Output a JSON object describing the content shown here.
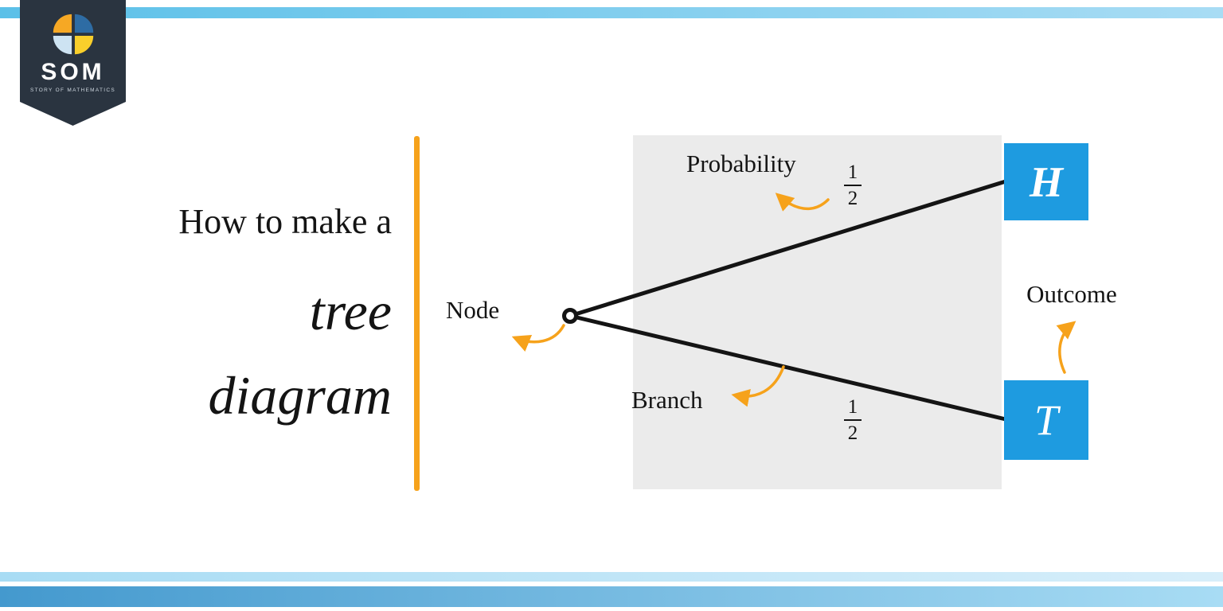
{
  "branding": {
    "logo_acronym": "SOM",
    "logo_subtitle": "STORY OF MATHEMATICS",
    "logo_icon": "pinwheel-icon"
  },
  "title": {
    "line1": "How to make a",
    "line2": "tree",
    "line3": "diagram"
  },
  "diagram": {
    "labels": {
      "node": "Node",
      "probability": "Probability",
      "branch": "Branch",
      "outcome": "Outcome"
    },
    "fractions": {
      "top": {
        "numerator": "1",
        "denominator": "2"
      },
      "bottom": {
        "numerator": "1",
        "denominator": "2"
      }
    },
    "outcomes": {
      "top": "H",
      "bottom": "T"
    }
  },
  "colors": {
    "accent-orange": "#F6A21B",
    "box-blue": "#1E9BE0",
    "panel-gray": "#EBEBEB",
    "logo-navy": "#2A3440",
    "line-black": "#141414",
    "stripe-blue": "#5BC0E8",
    "stripe-light": "#A8DCF4",
    "stripe-steel": "#4499CE",
    "logo-wedge-orange": "#F6A824",
    "logo-wedge-blue": "#2E6CA4",
    "logo-wedge-yellow": "#F9CF2B",
    "logo-wedge-light": "#CDE3F2"
  }
}
